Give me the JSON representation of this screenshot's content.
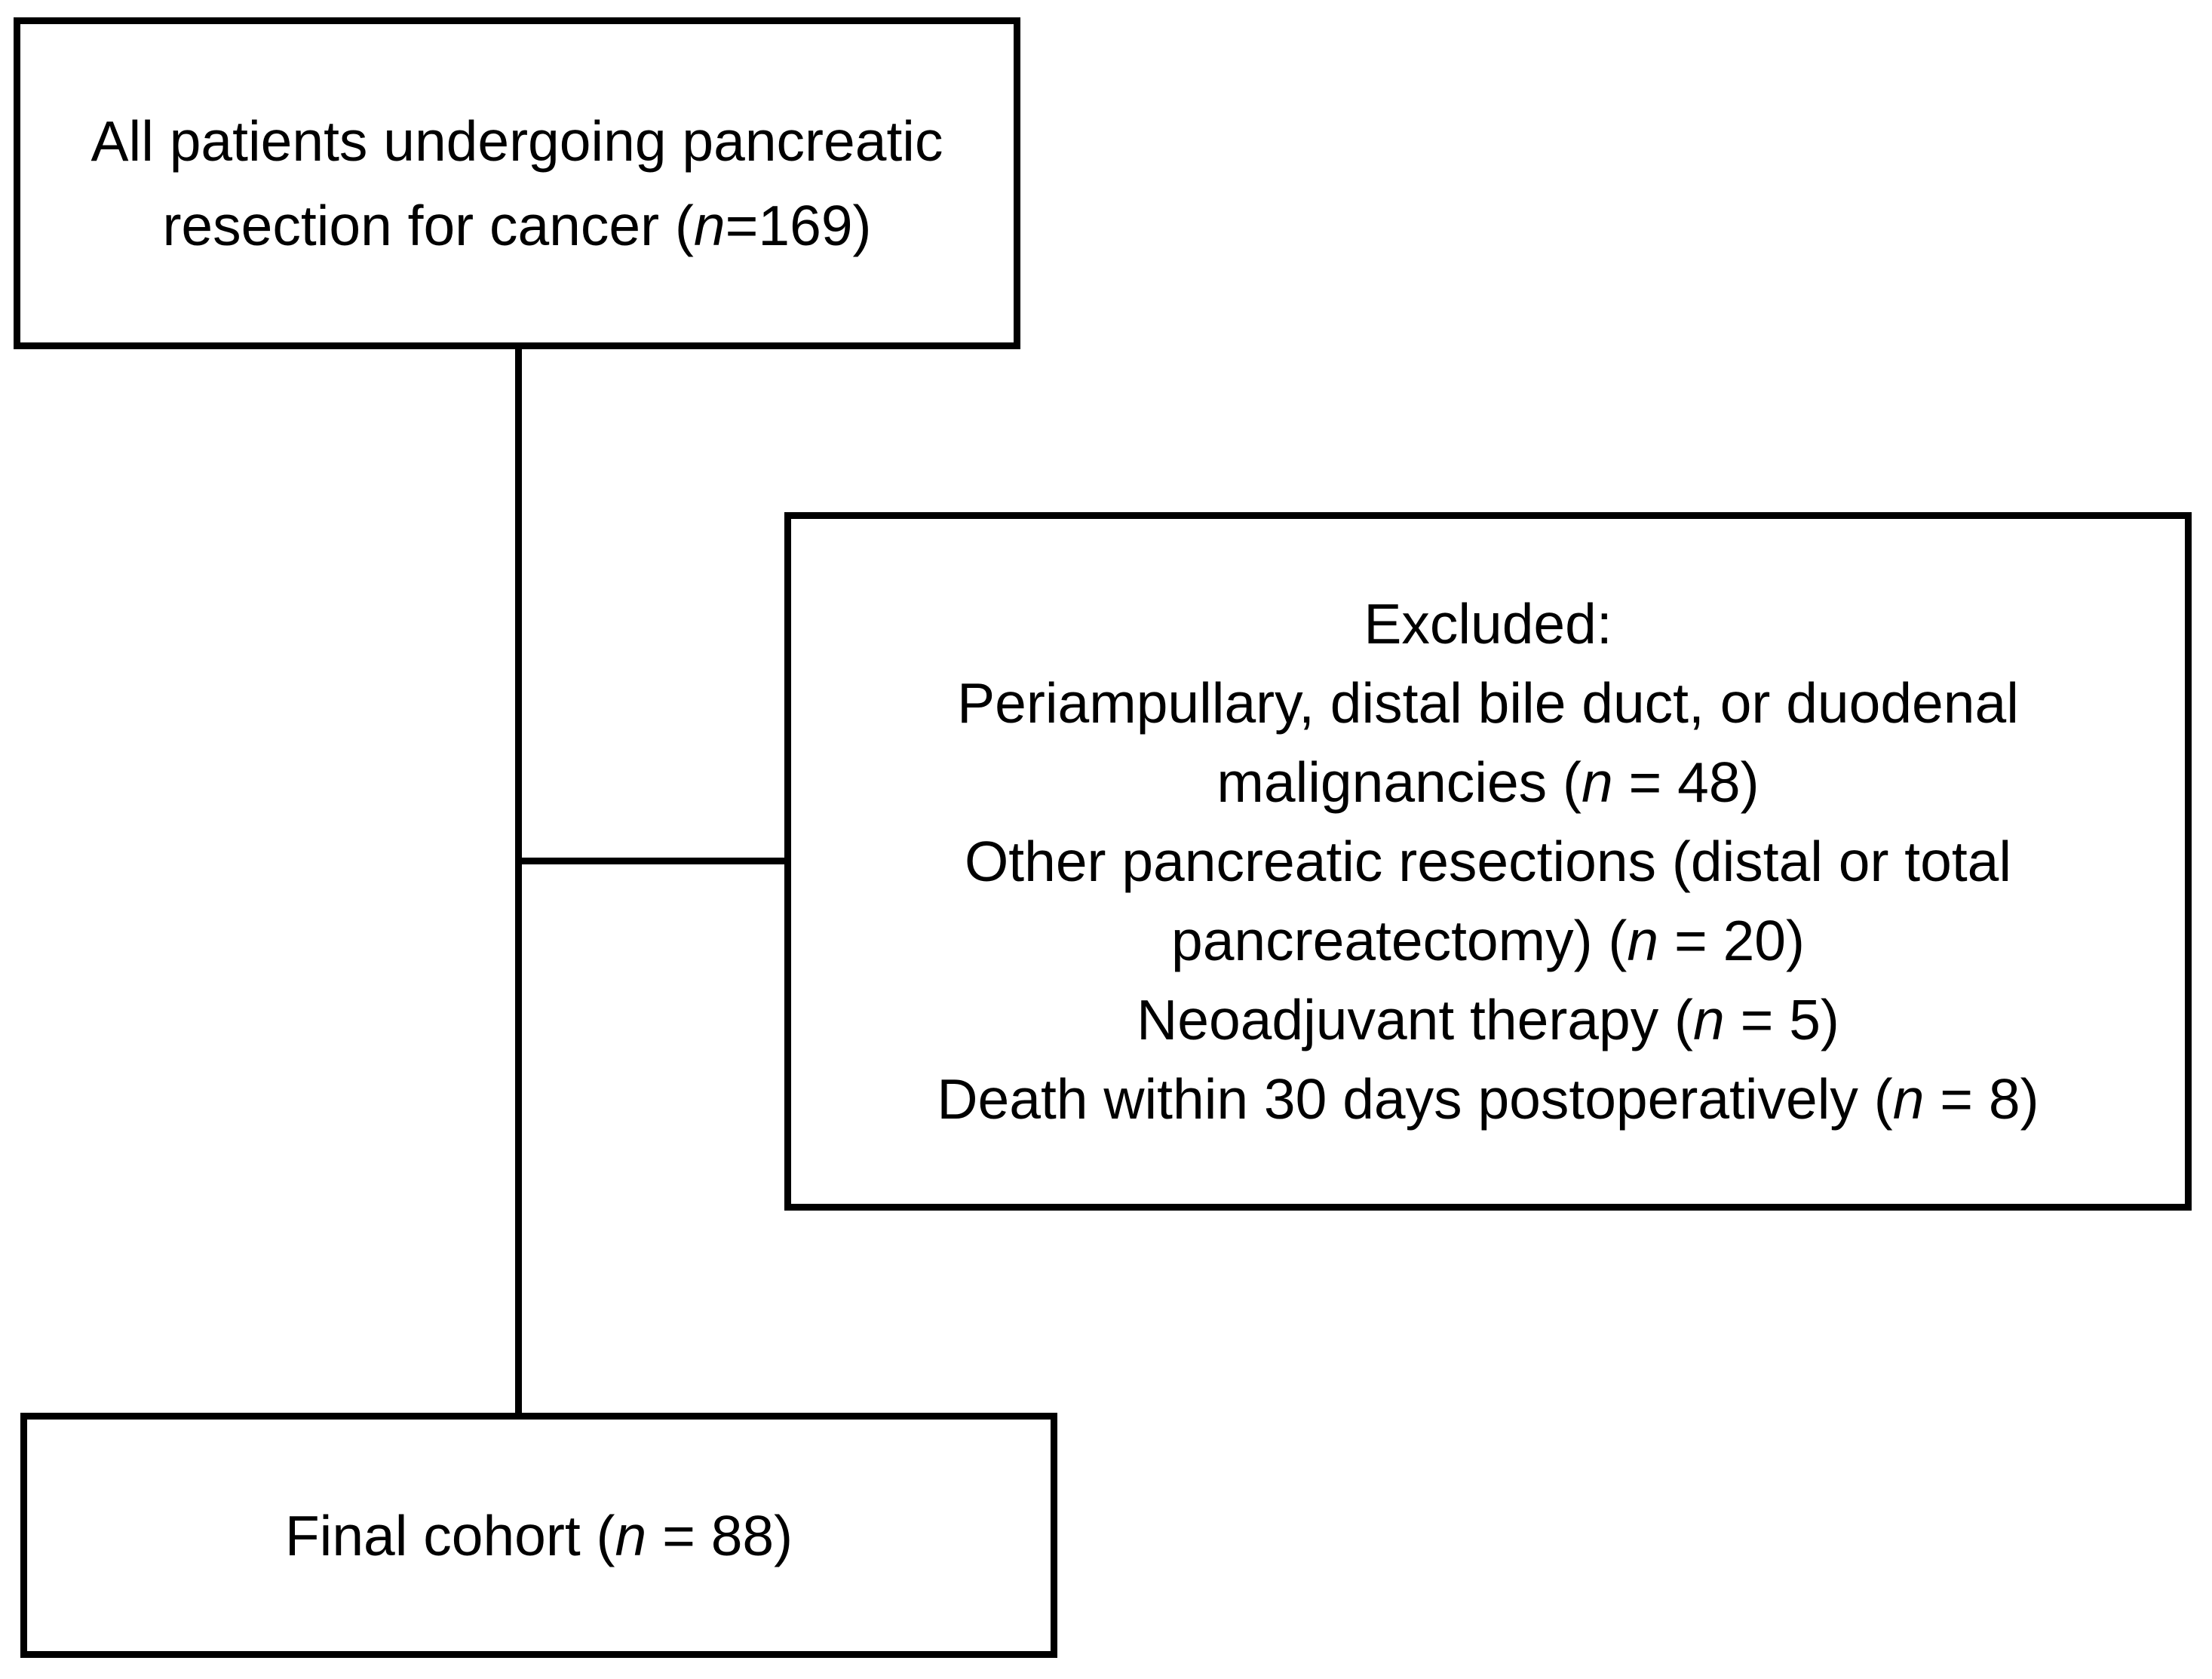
{
  "diagram": {
    "type": "flowchart",
    "background_color": "#ffffff",
    "line_color": "#000000",
    "boxes": {
      "all_patients": {
        "lines": [
          "All patients undergoing pancreatic",
          "resection for cancer (n=169)"
        ]
      },
      "excluded": {
        "lines": [
          "Excluded:",
          "Periampullary, distal bile duct, or duodenal",
          "malignancies (n = 48)",
          "Other pancreatic resections (distal or total",
          "pancreatectomy) (n = 20)",
          "Neoadjuvant therapy (n = 5)",
          "Death within 30 days postoperatively (n = 8)"
        ]
      },
      "final_cohort": {
        "lines": [
          "Final cohort (n = 88)"
        ]
      }
    },
    "counts": {
      "all_patients": 169,
      "excluded_periampullary_distal_bile_duct_duodenal": 48,
      "excluded_other_pancreatic_resections": 20,
      "excluded_neoadjuvant_therapy": 5,
      "excluded_death_within_30_days": 8,
      "final_cohort": 88
    }
  }
}
